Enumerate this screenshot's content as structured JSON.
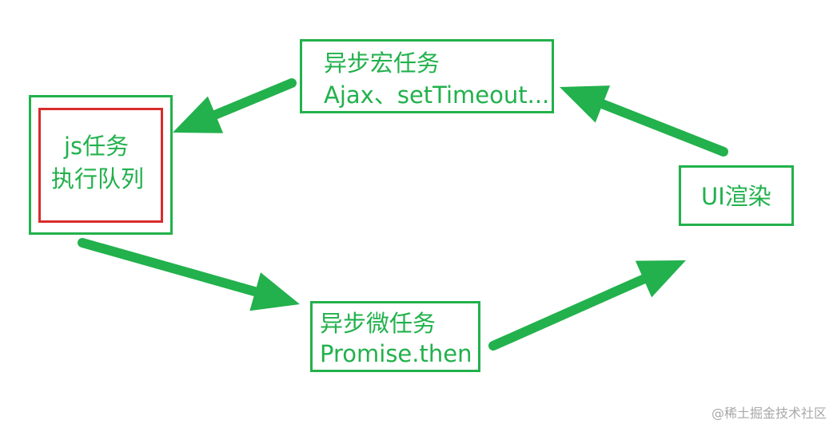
{
  "diagram": {
    "colors": {
      "accent": "#22b14c",
      "highlight": "#d92b2b",
      "watermark": "#a8a8a8"
    },
    "nodes": {
      "js_task_queue": {
        "line1": "js任务",
        "line2": "执行队列"
      },
      "macro_task": {
        "line1": "异步宏任务",
        "line2": "Ajax、setTimeout..."
      },
      "ui_render": {
        "label": "UI渲染"
      },
      "micro_task": {
        "line1": "异步微任务",
        "line2": "Promise.then"
      }
    },
    "edges": [
      {
        "from": "js_task_queue",
        "to": "micro_task"
      },
      {
        "from": "micro_task",
        "to": "ui_render"
      },
      {
        "from": "ui_render",
        "to": "macro_task"
      },
      {
        "from": "macro_task",
        "to": "js_task_queue"
      }
    ]
  },
  "watermark": "@稀土掘金技术社区"
}
